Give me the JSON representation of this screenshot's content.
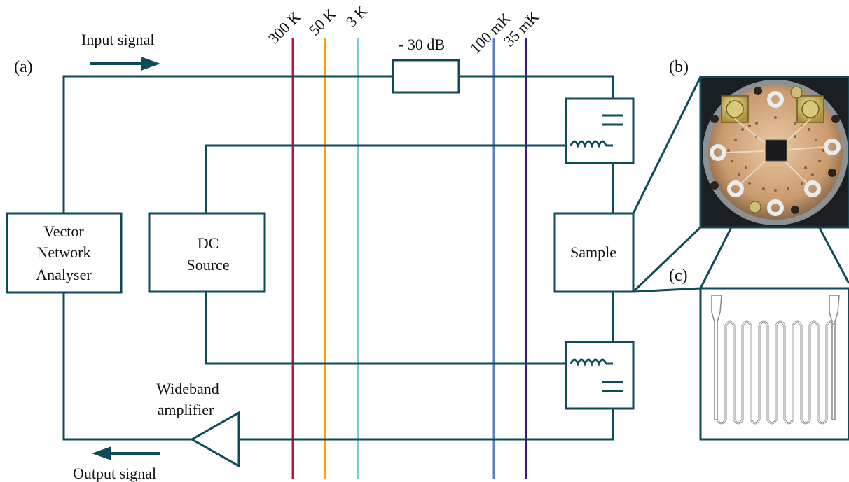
{
  "panels": {
    "a": "(a)",
    "b": "(b)",
    "c": "(c)"
  },
  "signals": {
    "input": "Input signal",
    "output": "Output signal"
  },
  "attenuator": {
    "label": "- 30 dB"
  },
  "instruments": {
    "vna": {
      "line1": "Vector",
      "line2": "Network",
      "line3": "Analyser"
    },
    "dc": {
      "line1": "DC",
      "line2": "Source"
    },
    "sample": {
      "label": "Sample"
    }
  },
  "amplifier": {
    "line1": "Wideband",
    "line2": "amplifier"
  },
  "stages": [
    {
      "label": "300 K",
      "color": "#c0143c"
    },
    {
      "label": "50 K",
      "color": "#f5a300"
    },
    {
      "label": "3 K",
      "color": "#7ec8d8"
    },
    {
      "label": "100 mK",
      "color": "#5b7fc4"
    },
    {
      "label": "35 mK",
      "color": "#3a1785"
    }
  ],
  "colors": {
    "wire": "#0e4a58"
  }
}
